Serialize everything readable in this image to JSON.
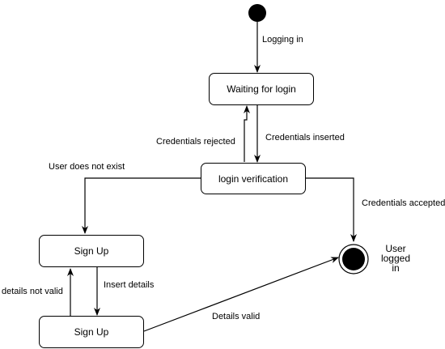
{
  "states": {
    "waiting": "Waiting for login",
    "verification": "login verification",
    "signup_1": "Sign Up",
    "signup_2": "Sign Up"
  },
  "final_state": {
    "label_line1": "User",
    "label_line2": "logged",
    "label_line3": "in"
  },
  "transitions": {
    "logging_in": "Logging in",
    "credentials_rejected": "Credentials rejected",
    "credentials_inserted": "Credentials inserted",
    "user_does_not_exist": "User does not exist",
    "credentials_accepted": "Credentials accepted",
    "details_not_valid": "details not valid",
    "insert_details": "Insert details",
    "details_valid": "Details valid"
  }
}
